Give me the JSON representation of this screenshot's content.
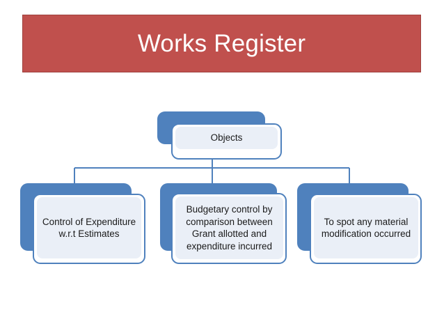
{
  "slide": {
    "title": "Works Register",
    "title_color": "#C0504D",
    "node_fill_color": "#4F81BD",
    "node_text_plate_color": "#EAEFF7",
    "background_color": "#FFFFFF"
  },
  "diagram": {
    "type": "hierarchy",
    "root": {
      "label": "Objects"
    },
    "children": [
      {
        "label": "Control of Expenditure w.r.t Estimates"
      },
      {
        "label": "Budgetary control by comparison between Grant allotted and expenditure incurred"
      },
      {
        "label": "To spot any material modification occurred"
      }
    ]
  }
}
